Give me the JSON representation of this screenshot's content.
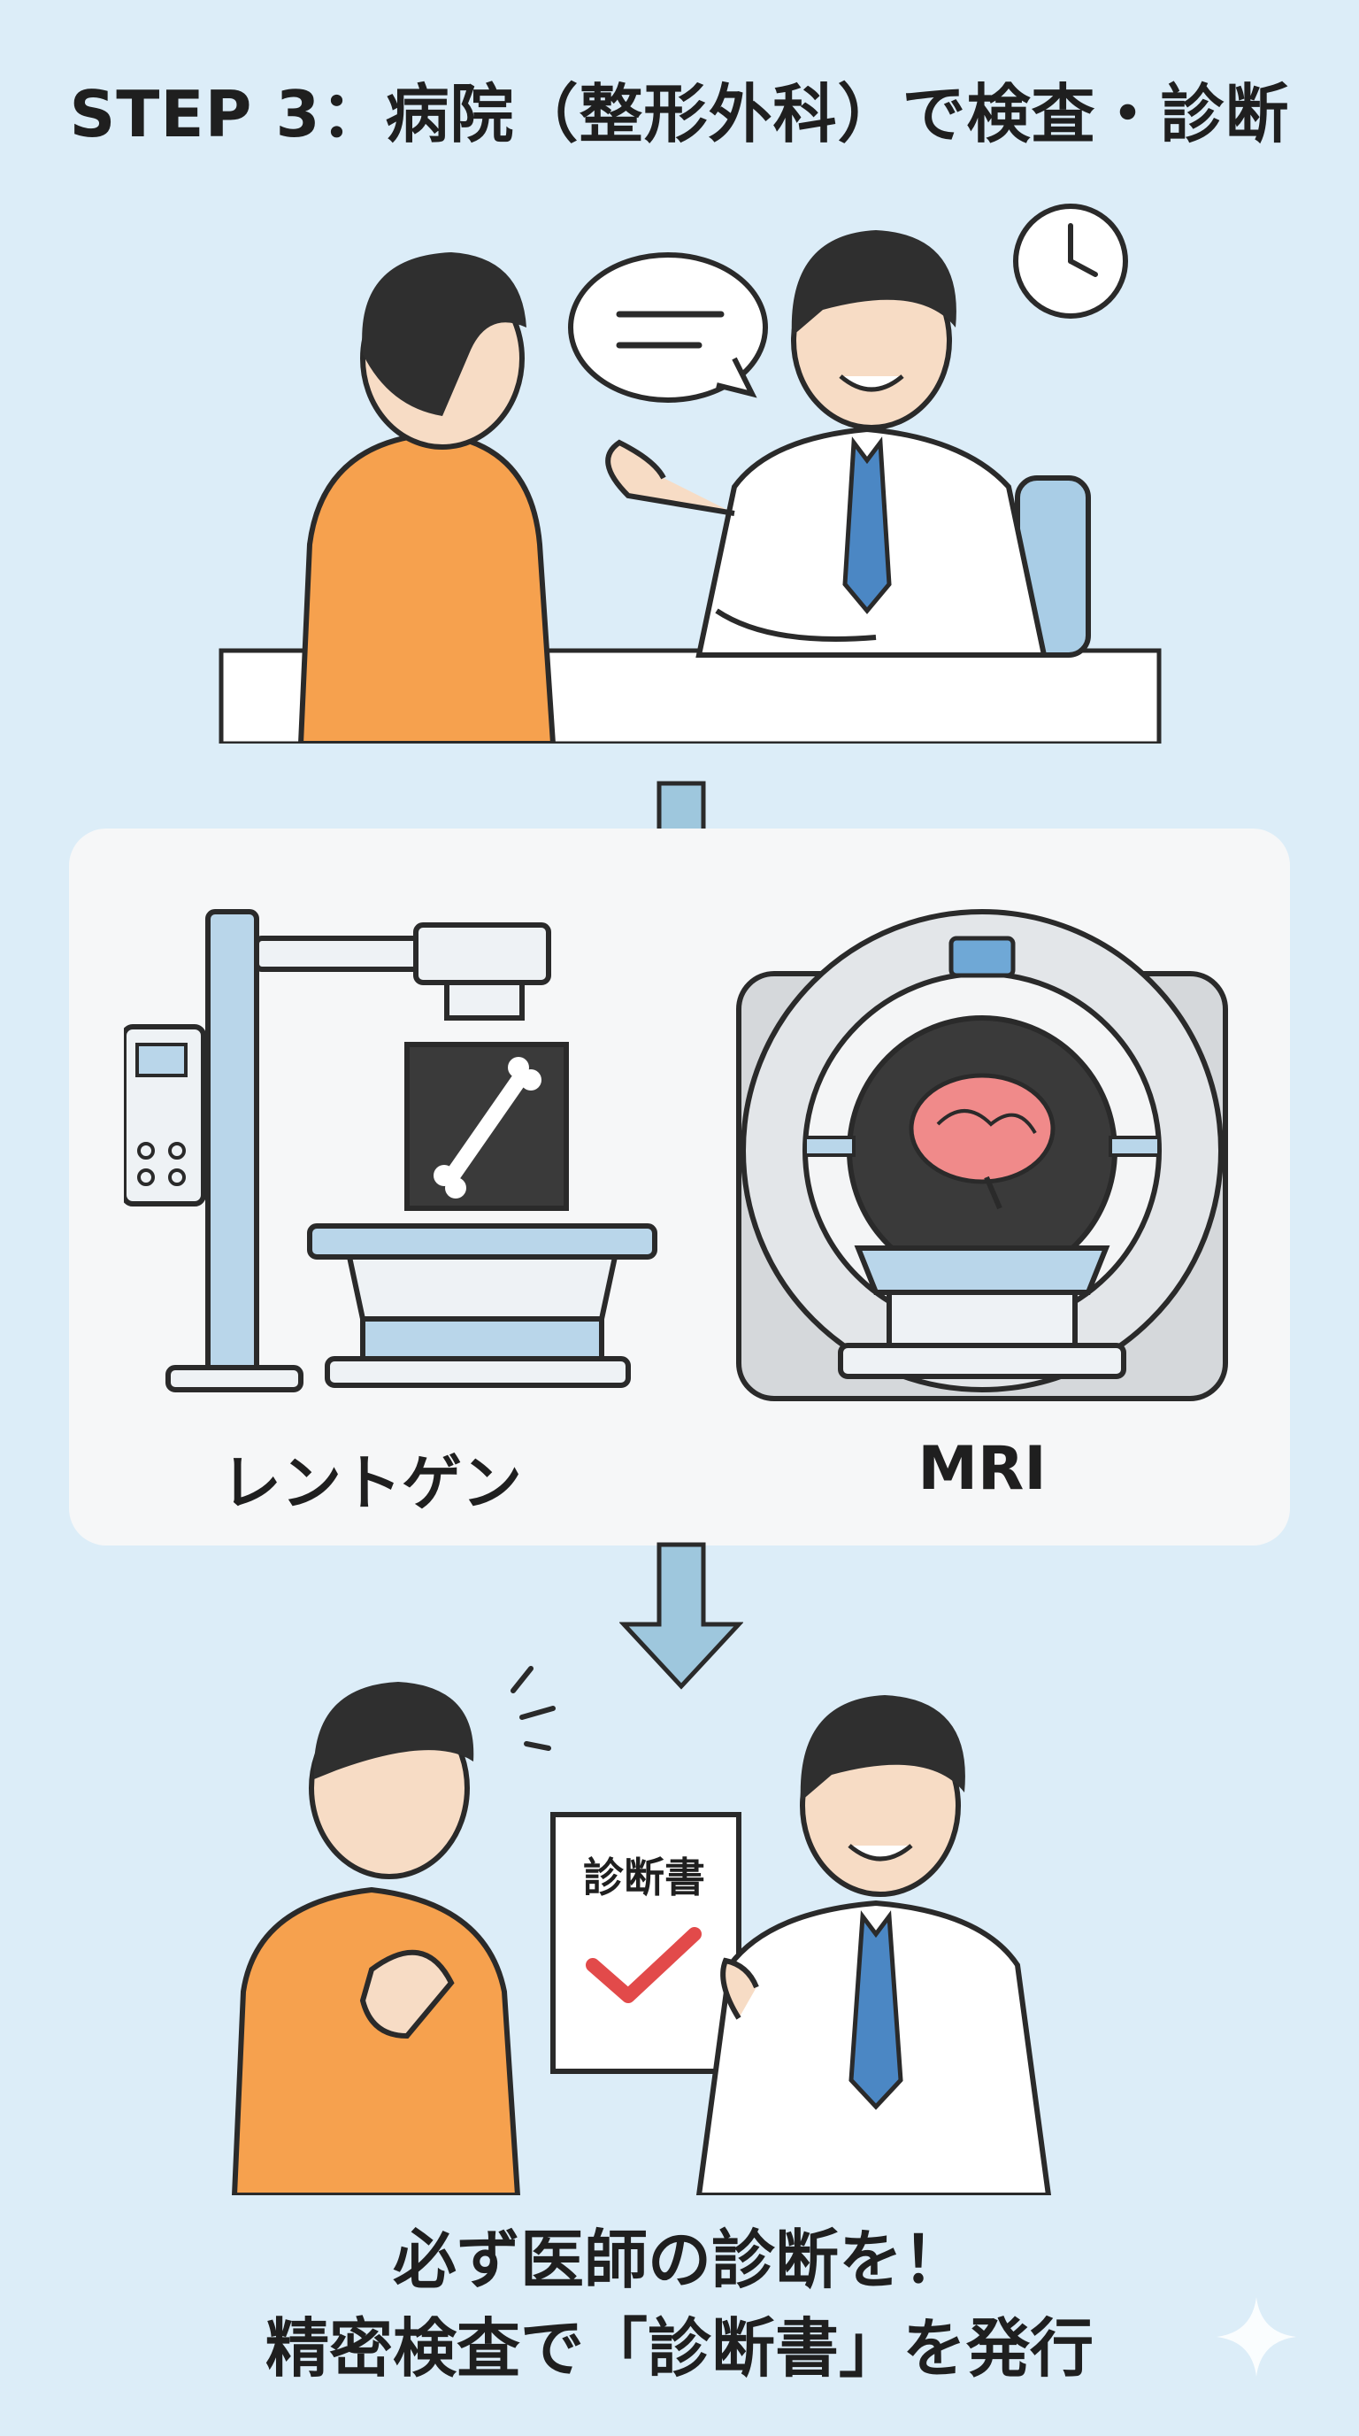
{
  "title": "STEP 3：病院（整形外科）で検査・診断",
  "exams": {
    "xray_label": "レントゲン",
    "mri_label": "MRI"
  },
  "certificate": {
    "title": "診断書"
  },
  "caption": {
    "line1": "必ず医師の診断を！",
    "line2": "精密検査で「診断書」を発行"
  },
  "colors": {
    "background": "#dcedf8",
    "patient_shirt": "#f6a14e",
    "doctor_tie": "#4b87c4",
    "arrow": "#9ec7dd",
    "check": "#e24a4a"
  }
}
